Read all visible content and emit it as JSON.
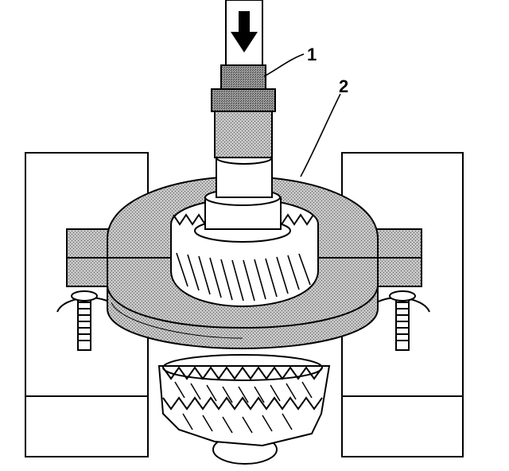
{
  "callouts": [
    {
      "id": "1",
      "text": "1"
    },
    {
      "id": "2",
      "text": "2"
    }
  ],
  "colors": {
    "line": "#000000",
    "background": "#ffffff",
    "shading": "#9a9a9a"
  },
  "icons": {
    "press_direction": "arrow-down-icon"
  }
}
